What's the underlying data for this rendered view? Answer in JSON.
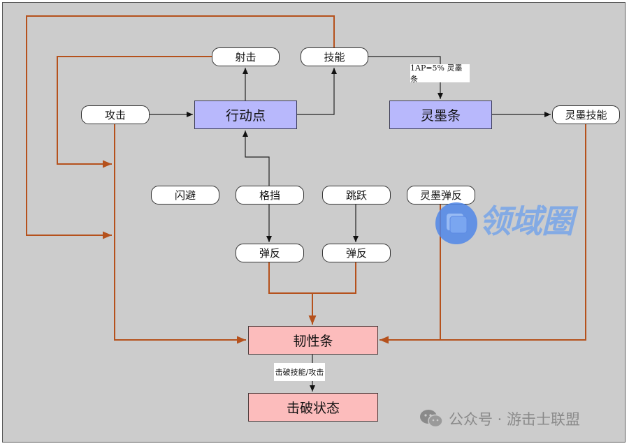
{
  "colors": {
    "background": "#cccccc",
    "pill_fill": "#ffffff",
    "blue_box_fill": "#b8b8fc",
    "pink_box_fill": "#fcbcbc",
    "orange_edge": "#b5511c",
    "black_edge": "#222222",
    "watermark_blue": "#5b8fe6"
  },
  "nodes": {
    "shoot": "射击",
    "skill": "技能",
    "attack": "攻击",
    "action_points": "行动点",
    "ink_bar": "灵墨条",
    "ink_skill": "灵墨技能",
    "dodge": "闪避",
    "block": "格挡",
    "jump": "跳跃",
    "ink_parry": "灵墨弹反",
    "parry_1": "弹反",
    "parry_2": "弹反",
    "toughness_bar": "韧性条",
    "break_state": "击破状态"
  },
  "edge_labels": {
    "skill_to_ink": "1AP=5% 灵墨条",
    "toughness_to_break": "击破技能/攻击"
  },
  "edges": [
    {
      "from": "attack",
      "to": "action_points",
      "style": "black"
    },
    {
      "from": "action_points",
      "to": "shoot",
      "style": "black"
    },
    {
      "from": "action_points",
      "to": "skill",
      "style": "black"
    },
    {
      "from": "skill",
      "to": "ink_bar",
      "style": "black",
      "label": "1AP=5% 灵墨条"
    },
    {
      "from": "ink_bar",
      "to": "ink_skill",
      "style": "black"
    },
    {
      "from": "block",
      "to": "action_points",
      "style": "black"
    },
    {
      "from": "block",
      "to": "parry_1",
      "style": "black"
    },
    {
      "from": "jump",
      "to": "parry_2",
      "style": "black"
    },
    {
      "from": "toughness_bar",
      "to": "break_state",
      "style": "black",
      "label": "击破技能/攻击"
    },
    {
      "from": "shoot",
      "to": "toughness_bar",
      "style": "orange"
    },
    {
      "from": "skill",
      "to": "toughness_bar",
      "style": "orange"
    },
    {
      "from": "attack",
      "to": "toughness_bar",
      "style": "orange"
    },
    {
      "from": "parry_1",
      "to": "toughness_bar",
      "style": "orange"
    },
    {
      "from": "parry_2",
      "to": "toughness_bar",
      "style": "orange"
    },
    {
      "from": "ink_parry",
      "to": "toughness_bar",
      "style": "orange"
    },
    {
      "from": "ink_skill",
      "to": "toughness_bar",
      "style": "orange"
    }
  ],
  "watermarks": {
    "center_logo_text": "领域圈",
    "footer_text": "公众号 · 游击士联盟"
  }
}
